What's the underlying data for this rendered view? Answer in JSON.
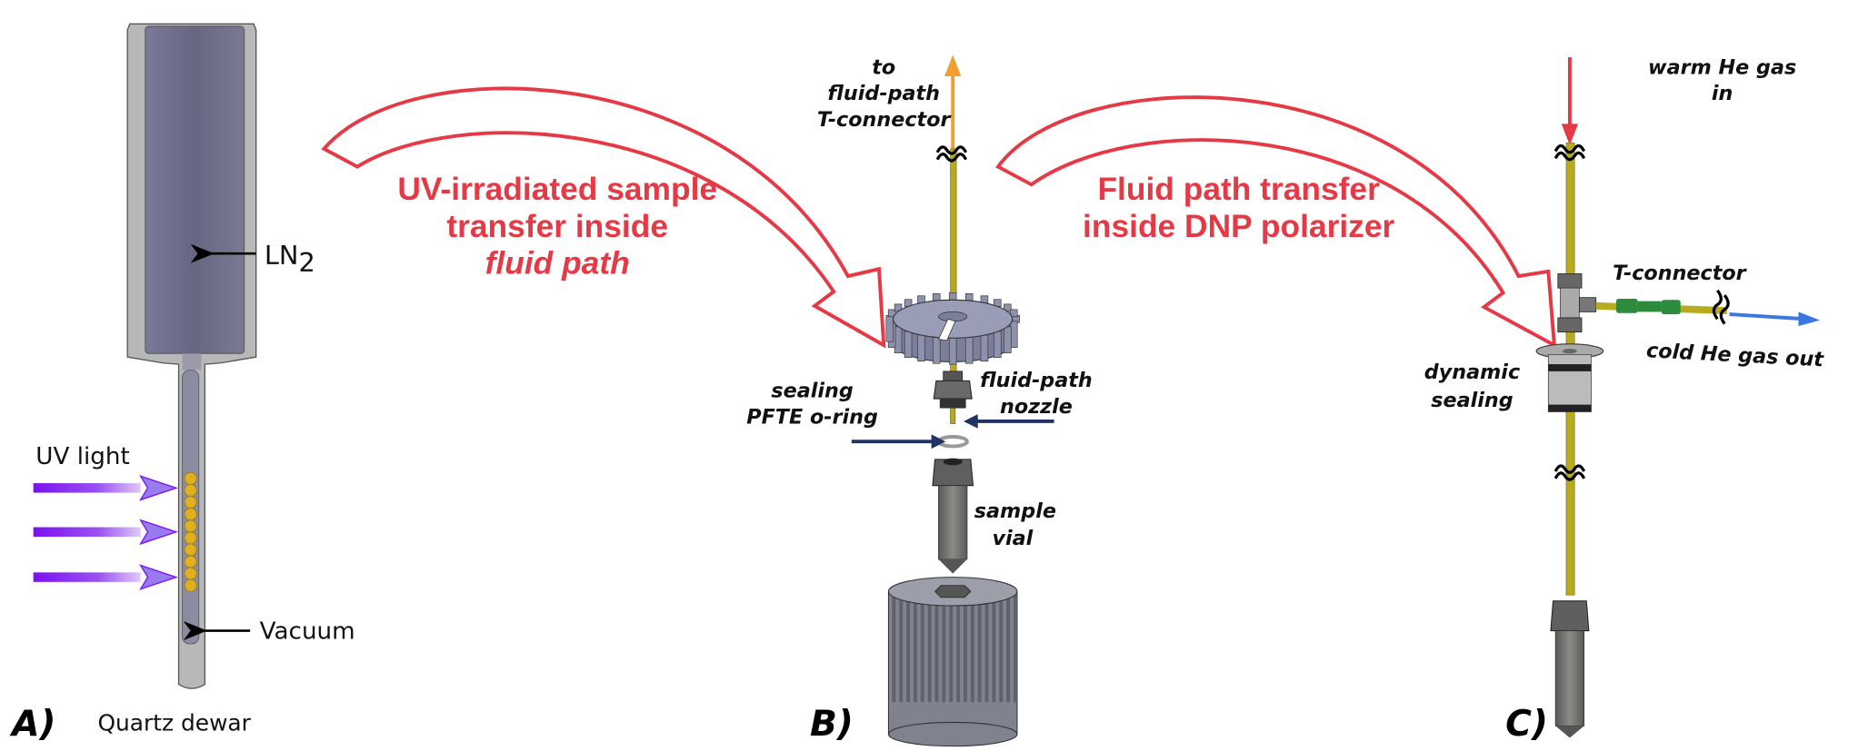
{
  "colors": {
    "accent_red": "#e63946",
    "rod_yellow": "#b8aa1e",
    "uv_violet": "#7a10f0",
    "steel_gray": "#707070",
    "ln2_blue": "#74748f",
    "navy_arrow": "#1f3366",
    "out_blue": "#3a78e0",
    "orange": "#f0a030",
    "green_tube": "#2e8b3e"
  },
  "panel_a": {
    "label": "A)",
    "caption": "Quartz dewar",
    "ln2_main": "LN",
    "ln2_sub": "2",
    "uv_light": "UV light",
    "vacuum": "Vacuum"
  },
  "transfer_1": {
    "line1": "UV-irradiated sample",
    "line2": "transfer inside",
    "line3": "fluid path"
  },
  "panel_b": {
    "label": "B)",
    "to_line1": "to",
    "to_line2": "fluid-path",
    "to_line3": "T-connector",
    "sealing_line1": "sealing",
    "sealing_line2": "PFTE o-ring",
    "nozzle_line1": "fluid-path",
    "nozzle_line2": "nozzle",
    "vial_line1": "sample",
    "vial_line2": "vial"
  },
  "transfer_2": {
    "line1": "Fluid path transfer",
    "line2": "inside DNP polarizer"
  },
  "panel_c": {
    "label": "C)",
    "warm_line1": "warm He gas",
    "warm_line2": "in",
    "t_connector": "T-connector",
    "cold_out": "cold He gas out",
    "dynamic_line1": "dynamic",
    "dynamic_line2": "sealing"
  }
}
